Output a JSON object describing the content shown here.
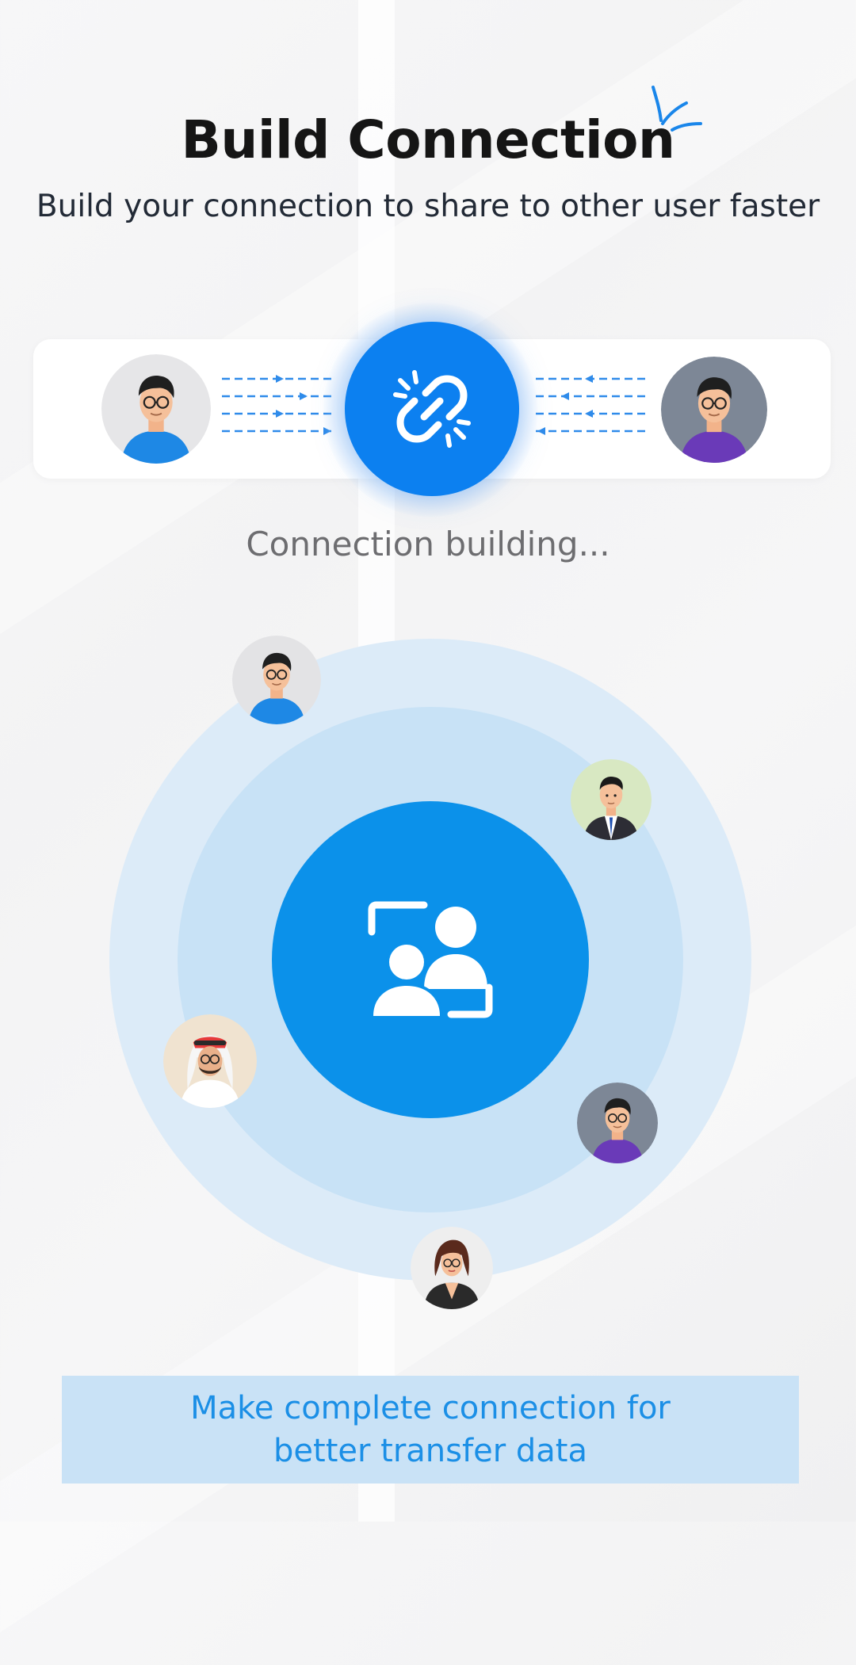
{
  "header": {
    "title": "Build Connection",
    "subtitle": "Build your connection to share to other user faster"
  },
  "connection": {
    "status": "Connection building...",
    "left_user": {
      "shirt": "#1e88e5",
      "bg": "#e6e6e8"
    },
    "right_user": {
      "shirt": "#6a3ab8",
      "bg": "#7d8796"
    }
  },
  "nearby_users": [
    {
      "name": "user-blue-shirt",
      "bg": "#e3e3e5",
      "style": "casual",
      "shirt": "#1e88e5"
    },
    {
      "name": "user-suit",
      "bg": "#d8e8c2",
      "style": "suit",
      "shirt": "#2d2d35"
    },
    {
      "name": "user-traditional",
      "bg": "#f0e3d0",
      "style": "keffiyeh",
      "shirt": "#ffffff"
    },
    {
      "name": "user-purple-shirt",
      "bg": "#7d8796",
      "style": "casual",
      "shirt": "#6a3ab8"
    },
    {
      "name": "user-woman",
      "bg": "#eeeeee",
      "style": "jacket",
      "shirt": "#2a2a2a"
    }
  ],
  "footer": {
    "line1": "Make complete connection for",
    "line2": "better transfer data"
  },
  "colors": {
    "accent": "#0c80f0",
    "hub": "#0b91ea",
    "footer_text": "#1b8fe6",
    "footer_bg": "#c9e2f6"
  }
}
